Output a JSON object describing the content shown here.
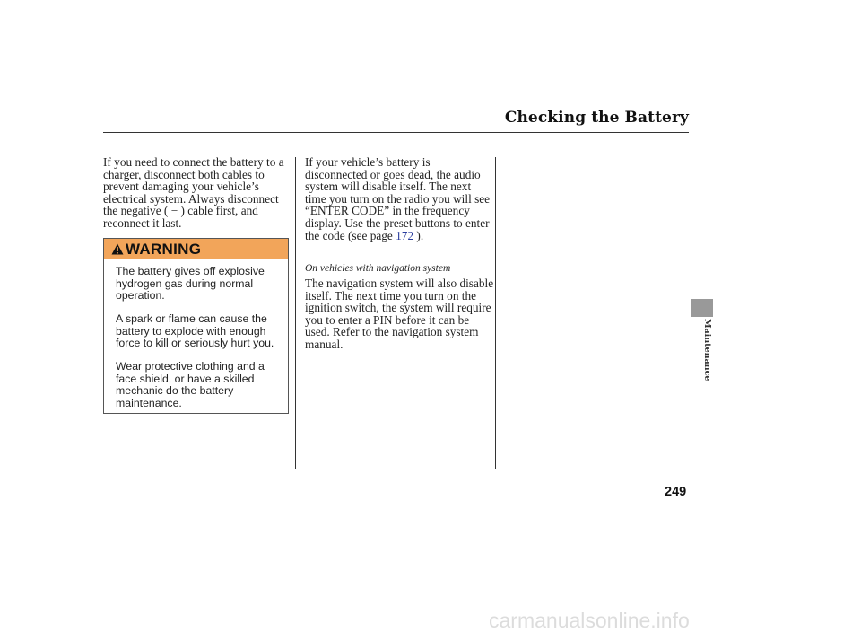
{
  "header": {
    "title": "Checking the Battery"
  },
  "left_column": {
    "text": "If you need to connect the battery to a charger, disconnect both cables to prevent damaging your vehicle’s electrical system. Always disconnect the negative ( − ) cable first, and reconnect it last."
  },
  "warning": {
    "title": "WARNING",
    "icon": "warning-triangle-icon",
    "color": "#f2a55a",
    "paragraphs": [
      "The battery gives off explosive hydrogen gas during normal operation.",
      "A spark or flame can cause the battery to explode with enough force to kill or seriously hurt you.",
      "Wear protective clothing and a face shield, or have a skilled mechanic do the battery maintenance."
    ]
  },
  "right_column": {
    "text_before": "If your vehicle’s battery is disconnected or goes dead, the audio system will disable itself. The next time you turn on the radio you will see “ENTER CODE” in the frequency display. Use the preset buttons to enter the code (see page",
    "page_ref": "172",
    "text_after": " ).",
    "subheading": "On vehicles with navigation system",
    "nav_text": "The navigation system will also disable itself. The next time you turn on the ignition switch, the system will require you to enter a PIN before it can be used. Refer to the navigation system manual."
  },
  "sidebar": {
    "section_label": "Maintenance"
  },
  "footer": {
    "page_number": "249",
    "watermark": "carmanualsonline.info"
  }
}
